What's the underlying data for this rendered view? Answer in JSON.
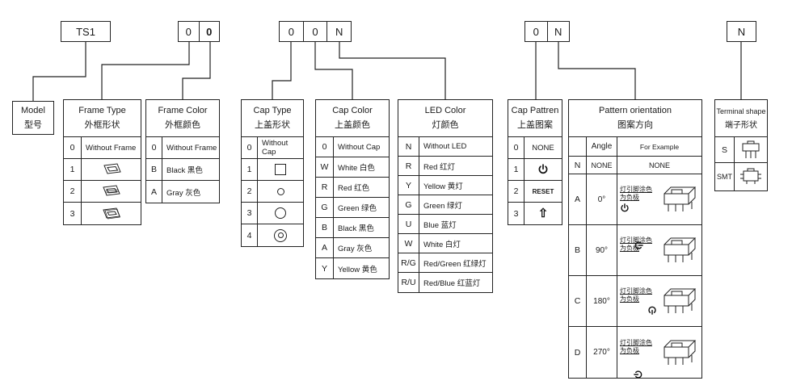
{
  "code_boxes": {
    "model": "TS1",
    "frame_cells": [
      "0",
      "0"
    ],
    "cap_cells": [
      "0",
      "0",
      "N"
    ],
    "pattern_cells": [
      "0",
      "N"
    ],
    "terminal_cells": [
      "N"
    ]
  },
  "model_box": {
    "title_en": "Model",
    "title_zh": "型号"
  },
  "frame_type": {
    "title_en": "Frame Type",
    "title_zh": "外框形状",
    "rows": [
      {
        "code": "0",
        "label": "Without Frame"
      },
      {
        "code": "1",
        "label": ""
      },
      {
        "code": "2",
        "label": ""
      },
      {
        "code": "3",
        "label": ""
      }
    ]
  },
  "frame_color": {
    "title_en": "Frame Color",
    "title_zh": "外框颜色",
    "rows": [
      {
        "code": "0",
        "label": "Without Frame"
      },
      {
        "code": "B",
        "label": "Black 黑色"
      },
      {
        "code": "A",
        "label": "Gray 灰色"
      }
    ]
  },
  "cap_type": {
    "title_en": "Cap Type",
    "title_zh": "上盖形状",
    "rows": [
      {
        "code": "0",
        "label": "Without Cap"
      },
      {
        "code": "1",
        "label": ""
      },
      {
        "code": "2",
        "label": ""
      },
      {
        "code": "3",
        "label": ""
      },
      {
        "code": "4",
        "label": ""
      }
    ]
  },
  "cap_color": {
    "title_en": "Cap Color",
    "title_zh": "上盖颜色",
    "rows": [
      {
        "code": "0",
        "label": "Without Cap"
      },
      {
        "code": "W",
        "label": "White 白色"
      },
      {
        "code": "R",
        "label": "Red  红色"
      },
      {
        "code": "G",
        "label": "Green 绿色"
      },
      {
        "code": "B",
        "label": "Black 黑色"
      },
      {
        "code": "A",
        "label": "Gray 灰色"
      },
      {
        "code": "Y",
        "label": "Yellow 黄色"
      }
    ]
  },
  "led_color": {
    "title_en": "LED Color",
    "title_zh": "灯颜色",
    "rows": [
      {
        "code": "N",
        "label": "Without LED"
      },
      {
        "code": "R",
        "label": "Red  红灯"
      },
      {
        "code": "Y",
        "label": "Yellow 黄灯"
      },
      {
        "code": "G",
        "label": "Green 绿灯"
      },
      {
        "code": "U",
        "label": "Blue  蓝灯"
      },
      {
        "code": "W",
        "label": "White  白灯"
      },
      {
        "code": "R/G",
        "label": "Red/Green 红绿灯"
      },
      {
        "code": "R/U",
        "label": "Red/Blue 红蓝灯"
      }
    ]
  },
  "cap_pattern": {
    "title_en": "Cap Pattren",
    "title_zh": "上盖图案",
    "rows": [
      {
        "code": "0",
        "label": "NONE"
      },
      {
        "code": "1",
        "label": ""
      },
      {
        "code": "2",
        "label": "RESET"
      },
      {
        "code": "3",
        "label": ""
      }
    ]
  },
  "pattern_orientation": {
    "title_en": "Pattern orientation",
    "title_zh": "图案方向",
    "col_angle": "Angle",
    "col_example": "For Example",
    "rows": [
      {
        "code": "N",
        "angle": "NONE",
        "example": "NONE"
      },
      {
        "code": "A",
        "angle": "0°",
        "note": "灯引脚涂色为负极"
      },
      {
        "code": "B",
        "angle": "90°",
        "note": "灯引脚涂色为负极"
      },
      {
        "code": "C",
        "angle": "180°",
        "note": "灯引脚涂色为负极"
      },
      {
        "code": "D",
        "angle": "270°",
        "note": "灯引脚涂色为负极"
      }
    ]
  },
  "terminal_shape": {
    "title_en": "Terminal shape",
    "title_zh": "端子形状",
    "rows": [
      {
        "code": "S"
      },
      {
        "code": "SMT"
      }
    ]
  }
}
